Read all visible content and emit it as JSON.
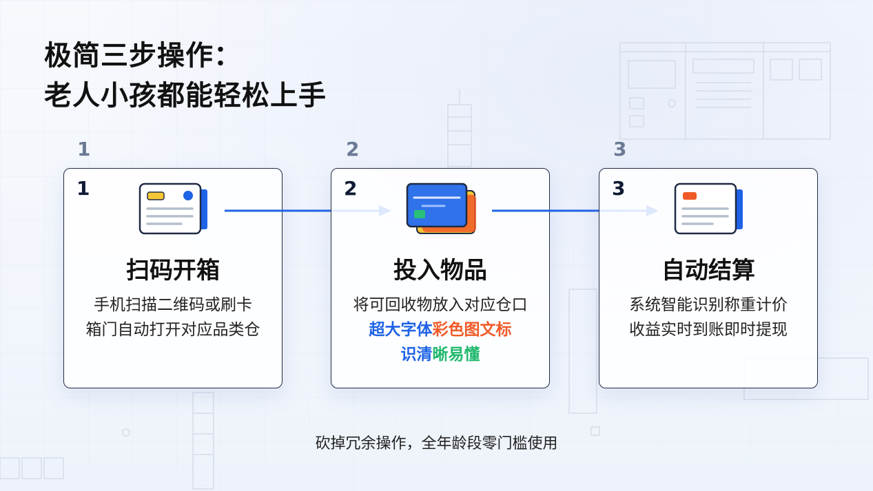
{
  "title": {
    "line1": "极简三步操作：",
    "line2": "老人小孩都能轻松上手"
  },
  "steps": [
    {
      "number": "1",
      "title": "扫码开箱",
      "desc_line1": "手机扫描二维码或刷卡",
      "desc_line2": "箱门自动打开对应品类仓",
      "icon": "qr-card-icon"
    },
    {
      "number": "2",
      "title": "投入物品",
      "desc_line1": "将可回收物放入对应仓口",
      "desc_hl1": "超大字体",
      "desc_hl2": "彩色图文标",
      "desc_hl3": "识清",
      "desc_hl4": "晰易懂",
      "icon": "bank-card-icon"
    },
    {
      "number": "3",
      "title": "自动结算",
      "desc_line1": "系统智能识别称重计价",
      "desc_line2": "收益实时到账即时提现",
      "icon": "receipt-card-icon"
    }
  ],
  "footer": "砍掉冗余操作，全年龄段零门槛使用",
  "colors": {
    "accent_blue": "#1f63e6",
    "accent_orange": "#f05a28",
    "accent_green": "#1fb86c",
    "card_border": "#1f2a44"
  }
}
